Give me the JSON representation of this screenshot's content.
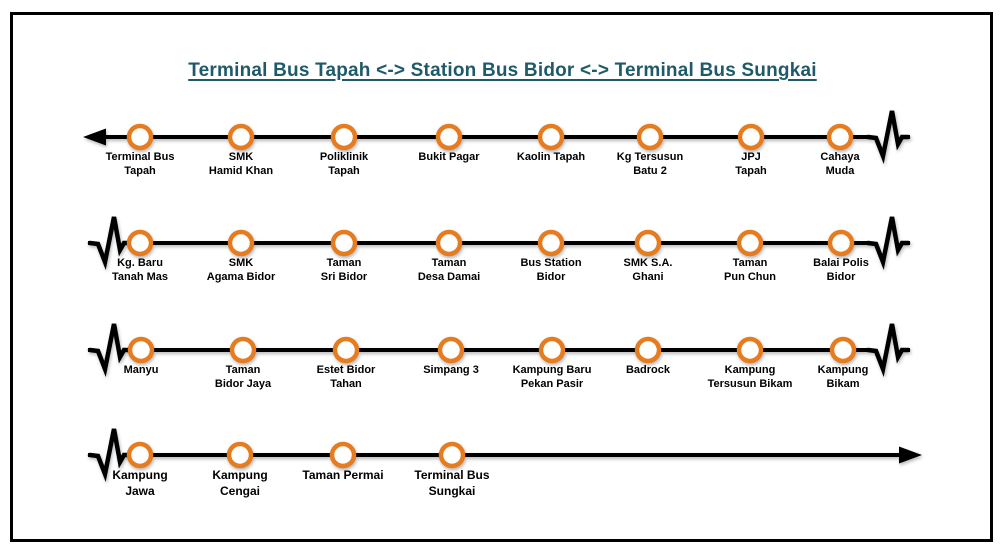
{
  "title": "Terminal Bus Tapah <-> Station Bus Bidor <-> Terminal Bus Sungkai",
  "colors": {
    "title_text": "#1E5A69",
    "stop_ring_orange": "#E67C20",
    "route_line": "#000000",
    "label_text": "#000000",
    "border": "#000000",
    "background": "#FFFFFF"
  },
  "rows": [
    {
      "left_end": "arrow",
      "right_end": "break",
      "stops": [
        "Terminal Bus\nTapah",
        "SMK\nHamid Khan",
        "Poliklinik\nTapah",
        "Bukit Pagar",
        "Kaolin Tapah",
        "Kg Tersusun\nBatu 2",
        "JPJ\nTapah",
        "Cahaya\nMuda"
      ]
    },
    {
      "left_end": "break",
      "right_end": "break",
      "stops": [
        "Kg. Baru\nTanah Mas",
        "SMK\nAgama Bidor",
        "Taman\nSri Bidor",
        "Taman\nDesa Damai",
        "Bus Station\nBidor",
        "SMK S.A.\nGhani",
        "Taman\nPun Chun",
        "Balai Polis\nBidor"
      ]
    },
    {
      "left_end": "break",
      "right_end": "break",
      "stops": [
        "Manyu",
        "Taman\nBidor Jaya",
        "Estet Bidor\nTahan",
        "Simpang 3",
        "Kampung Baru\nPekan Pasir",
        "Badrock",
        "Kampung\nTersusun Bikam",
        "Kampung\nBikam"
      ]
    },
    {
      "left_end": "break",
      "right_end": "arrow",
      "stops": [
        "Kampung\nJawa",
        "Kampung\nCengai",
        "Taman Permai",
        "Terminal Bus\nSungkai"
      ]
    }
  ]
}
